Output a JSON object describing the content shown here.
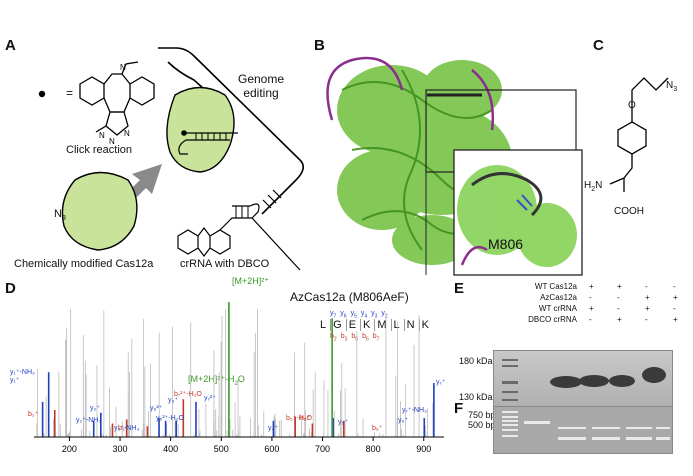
{
  "panels": {
    "a": {
      "letter": "A",
      "equals": "= ",
      "genome_line1": "Genome",
      "genome_line2": "editing",
      "click_reaction": "Click reaction",
      "n3": "N",
      "n3_sub": "3",
      "cas12a_label": "Chemically modified Cas12a",
      "crrna_label": "crRNA with DBCO",
      "colors": {
        "protein": "#c9e39b",
        "arrow": "#8a8a8a"
      }
    },
    "b": {
      "letter": "B",
      "residue": "M806",
      "colors": {
        "protein": "#6fbf3c",
        "rna": "#8b2f8f"
      }
    },
    "c": {
      "letter": "C",
      "n3": "N",
      "n3_sub": "3",
      "h2n": "H",
      "h2n_sub": "2",
      "h2n_n": "N",
      "cooh": "COOH"
    },
    "d": {
      "letter": "D",
      "title": "AzCas12a (M806AeF)",
      "precursor": "[M+2H]²⁺",
      "precursor_h2o": "[M+2H]²⁺-H",
      "precursor_h2o_sub": "2",
      "precursor_h2o_end": "O",
      "sequence": [
        "L",
        "G",
        "E",
        "K",
        "M",
        "L",
        "N",
        "K"
      ],
      "y_ions_top": [
        "y",
        "y",
        "y",
        "y",
        "y",
        "y"
      ],
      "y_ions_top_sub": [
        "7",
        "6",
        "5",
        "4",
        "3",
        "2"
      ],
      "b_ions_bottom": [
        "b",
        "b",
        "b",
        "b",
        "b"
      ],
      "b_ions_bottom_sub": [
        "2",
        "3",
        "5",
        "6",
        "7"
      ],
      "peak_labels": [
        {
          "text": "y₁⁺-NH₃",
          "color": "#1f3fbf"
        },
        {
          "text": "y₁⁺",
          "color": "#1f3fbf"
        },
        {
          "text": "b₂⁺",
          "color": "#c0392b"
        },
        {
          "text": "y₂⁺-NH₃",
          "color": "#1f3fbf"
        },
        {
          "text": "y₂⁺",
          "color": "#1f3fbf"
        },
        {
          "text": "b₃⁺",
          "color": "#c0392b"
        },
        {
          "text": "y₃⁺-NH₃",
          "color": "#1f3fbf"
        },
        {
          "text": "y₆²⁺",
          "color": "#1f3fbf"
        },
        {
          "text": "y₃⁺",
          "color": "#1f3fbf"
        },
        {
          "text": "y₆²⁺-H₂O",
          "color": "#1f3fbf"
        },
        {
          "text": "b₇²⁺-H₂O",
          "color": "#c0392b"
        },
        {
          "text": "y₇²⁺",
          "color": "#1f3fbf"
        },
        {
          "text": "y₄⁺",
          "color": "#1f3fbf"
        },
        {
          "text": "b₅⁺-H₂O",
          "color": "#c0392b"
        },
        {
          "text": "b₅⁺",
          "color": "#c0392b"
        },
        {
          "text": "y₅⁺",
          "color": "#1f3fbf"
        },
        {
          "text": "b₆⁺",
          "color": "#c0392b"
        },
        {
          "text": "y₇⁺-NH₃",
          "color": "#1f3fbf"
        },
        {
          "text": "y₆⁺",
          "color": "#1f3fbf"
        },
        {
          "text": "y₇⁺",
          "color": "#1f3fbf"
        }
      ],
      "x_ticks": [
        "200",
        "300",
        "400",
        "500",
        "600",
        "700",
        "800",
        "900"
      ],
      "x_range": [
        130,
        940
      ],
      "colors": {
        "y_ion": "#1f3fbf",
        "b_ion": "#c0392b",
        "precursor": "#3a9a2a",
        "background": "#bbbbbb"
      }
    },
    "e": {
      "letter": "E",
      "rows": [
        {
          "label": "WT Cas12a",
          "values": [
            "+",
            "+",
            "-",
            "-"
          ]
        },
        {
          "label": "AzCas12a",
          "values": [
            "-",
            "-",
            "+",
            "+"
          ]
        },
        {
          "label": "WT crRNA",
          "values": [
            "+",
            "-",
            "+",
            "-"
          ]
        },
        {
          "label": "DBCO crRNA",
          "values": [
            "-",
            "+",
            "-",
            "+"
          ]
        }
      ],
      "markers": [
        "180 kDa",
        "130 kDa"
      ]
    },
    "f": {
      "letter": "F",
      "markers": [
        "750 bp",
        "500 bp"
      ]
    }
  },
  "chart_data": {
    "type": "bar",
    "title": "AzCas12a (M806AeF)",
    "xlabel": "",
    "ylabel": "",
    "xlim": [
      130,
      940
    ],
    "x_ticks": [
      200,
      300,
      400,
      500,
      600,
      700,
      800,
      900
    ],
    "series": [
      {
        "name": "y ions",
        "x": [
          147,
          159,
          248,
          262,
          377,
          390,
          411,
          450,
          603,
          721,
          901,
          920
        ],
        "values": [
          0.26,
          0.48,
          0.12,
          0.18,
          0.14,
          0.12,
          0.12,
          0.26,
          0.12,
          0.14,
          0.14,
          0.4
        ]
      },
      {
        "name": "b ions",
        "x": [
          171,
          285,
          313,
          354,
          425,
          646,
          680,
          742
        ],
        "values": [
          0.2,
          0.1,
          0.13,
          0.08,
          0.28,
          0.15,
          0.1,
          0.12
        ]
      },
      {
        "name": "precursor",
        "x": [
          515,
          719
        ],
        "values": [
          1.0,
          0.88
        ]
      }
    ]
  }
}
